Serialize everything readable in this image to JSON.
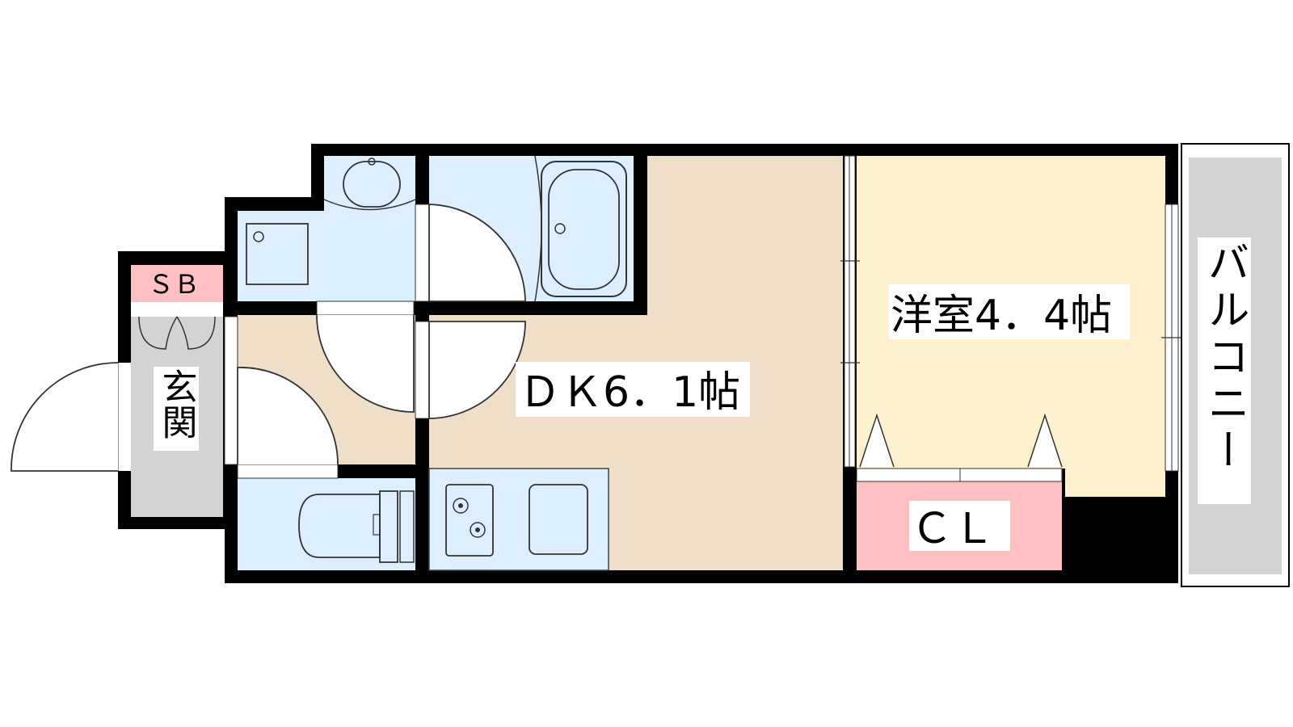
{
  "floorplan": {
    "labels": {
      "dk": "ＤＫ6．1帖",
      "western_room": "洋室4．4帖",
      "closet": "ＣＬ",
      "shoe_box": "ＳＢ",
      "entrance": "玄関",
      "balcony": "バルコニー"
    },
    "colors": {
      "wall": "#000000",
      "wet_area": "#ddeeff",
      "dk_floor": "#efdfc8",
      "western_floor": "#fdf0cd",
      "storage": "#ffc0c4",
      "entrance_floor": "#d3d3d3",
      "balcony_floor": "#d3d3d3"
    }
  }
}
